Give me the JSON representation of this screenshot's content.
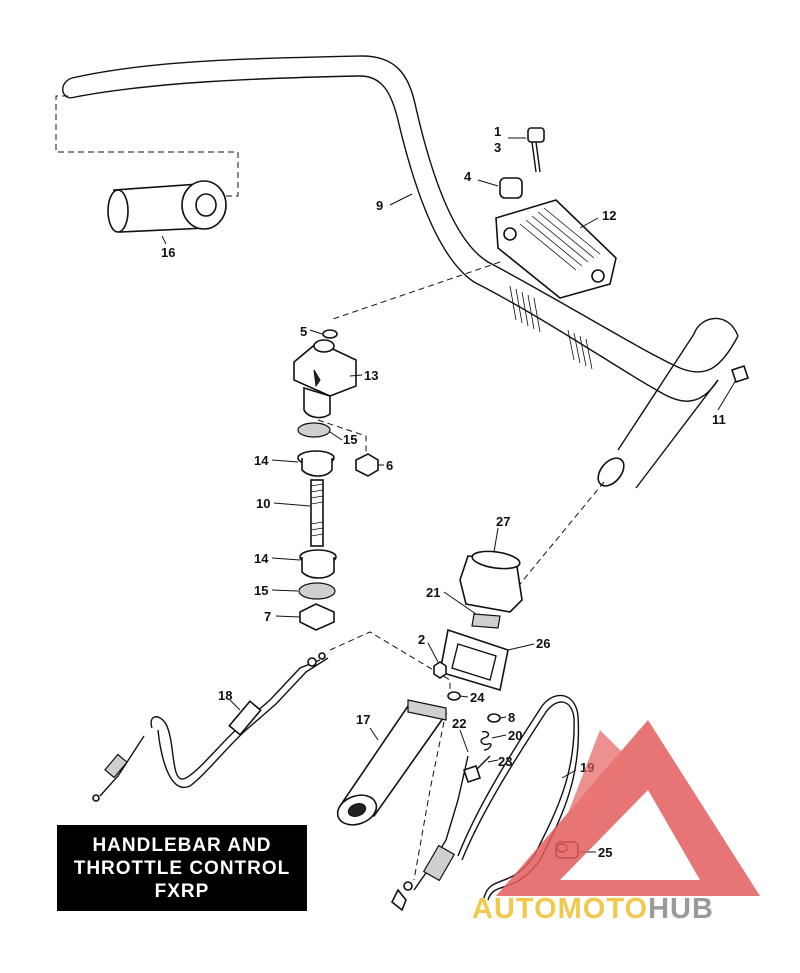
{
  "title": {
    "line1": "HANDLEBAR AND",
    "line2": "THROTTLE CONTROL",
    "line3": "FXRP"
  },
  "callouts": {
    "c1": "1",
    "c2": "2",
    "c3": "3",
    "c4": "4",
    "c5": "5",
    "c6": "6",
    "c7": "7",
    "c8": "8",
    "c9": "9",
    "c10": "10",
    "c11": "11",
    "c12": "12",
    "c13": "13",
    "c14a": "14",
    "c14b": "14",
    "c15a": "15",
    "c15b": "15",
    "c16": "16",
    "c17": "17",
    "c18": "18",
    "c19": "19",
    "c20": "20",
    "c21": "21",
    "c22": "22",
    "c23": "23",
    "c24": "24",
    "c25": "25",
    "c26": "26",
    "c27": "27"
  },
  "watermark": {
    "auto": "AUTO",
    "moto": "MOTO",
    "hub": "HUB",
    "colors": {
      "triangle": "#e35d5d",
      "auto": "#f2c94c",
      "hub": "#9a9a9a"
    }
  }
}
